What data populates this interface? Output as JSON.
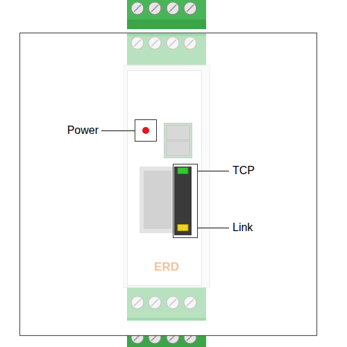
{
  "diagram": {
    "labels": [
      "Power",
      "TCP",
      "Link",
      "ERD"
    ]
  }
}
